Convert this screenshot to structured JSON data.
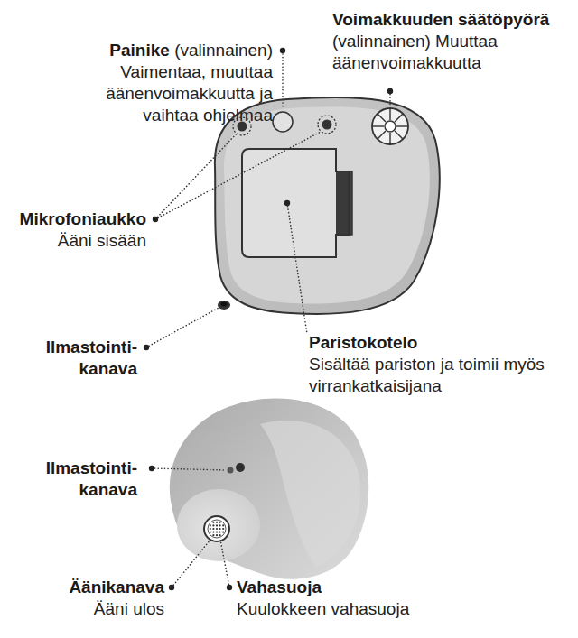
{
  "diagram": {
    "labels": [
      "Painike",
      "(valinnainen)",
      "Vaimentaa, muuttaa äänenvoimakkuutta ja vaihtaa ohjelmaa",
      "Voimakkuuden säätöpyörä",
      "(valinnainen) Muuttaa äänenvoimakkuutta",
      "Mikrofoniaukko",
      "Ääni sisään",
      "Paristokotelo",
      "Sisältää pariston ja toimii myös virrankatkaisijana",
      "Ilmastointi- kanava",
      "Ilmastointi- kanava",
      "Äänikanava",
      "Ääni ulos",
      "Vahasuoja",
      "Kuulokkeen vahasuoja"
    ]
  }
}
